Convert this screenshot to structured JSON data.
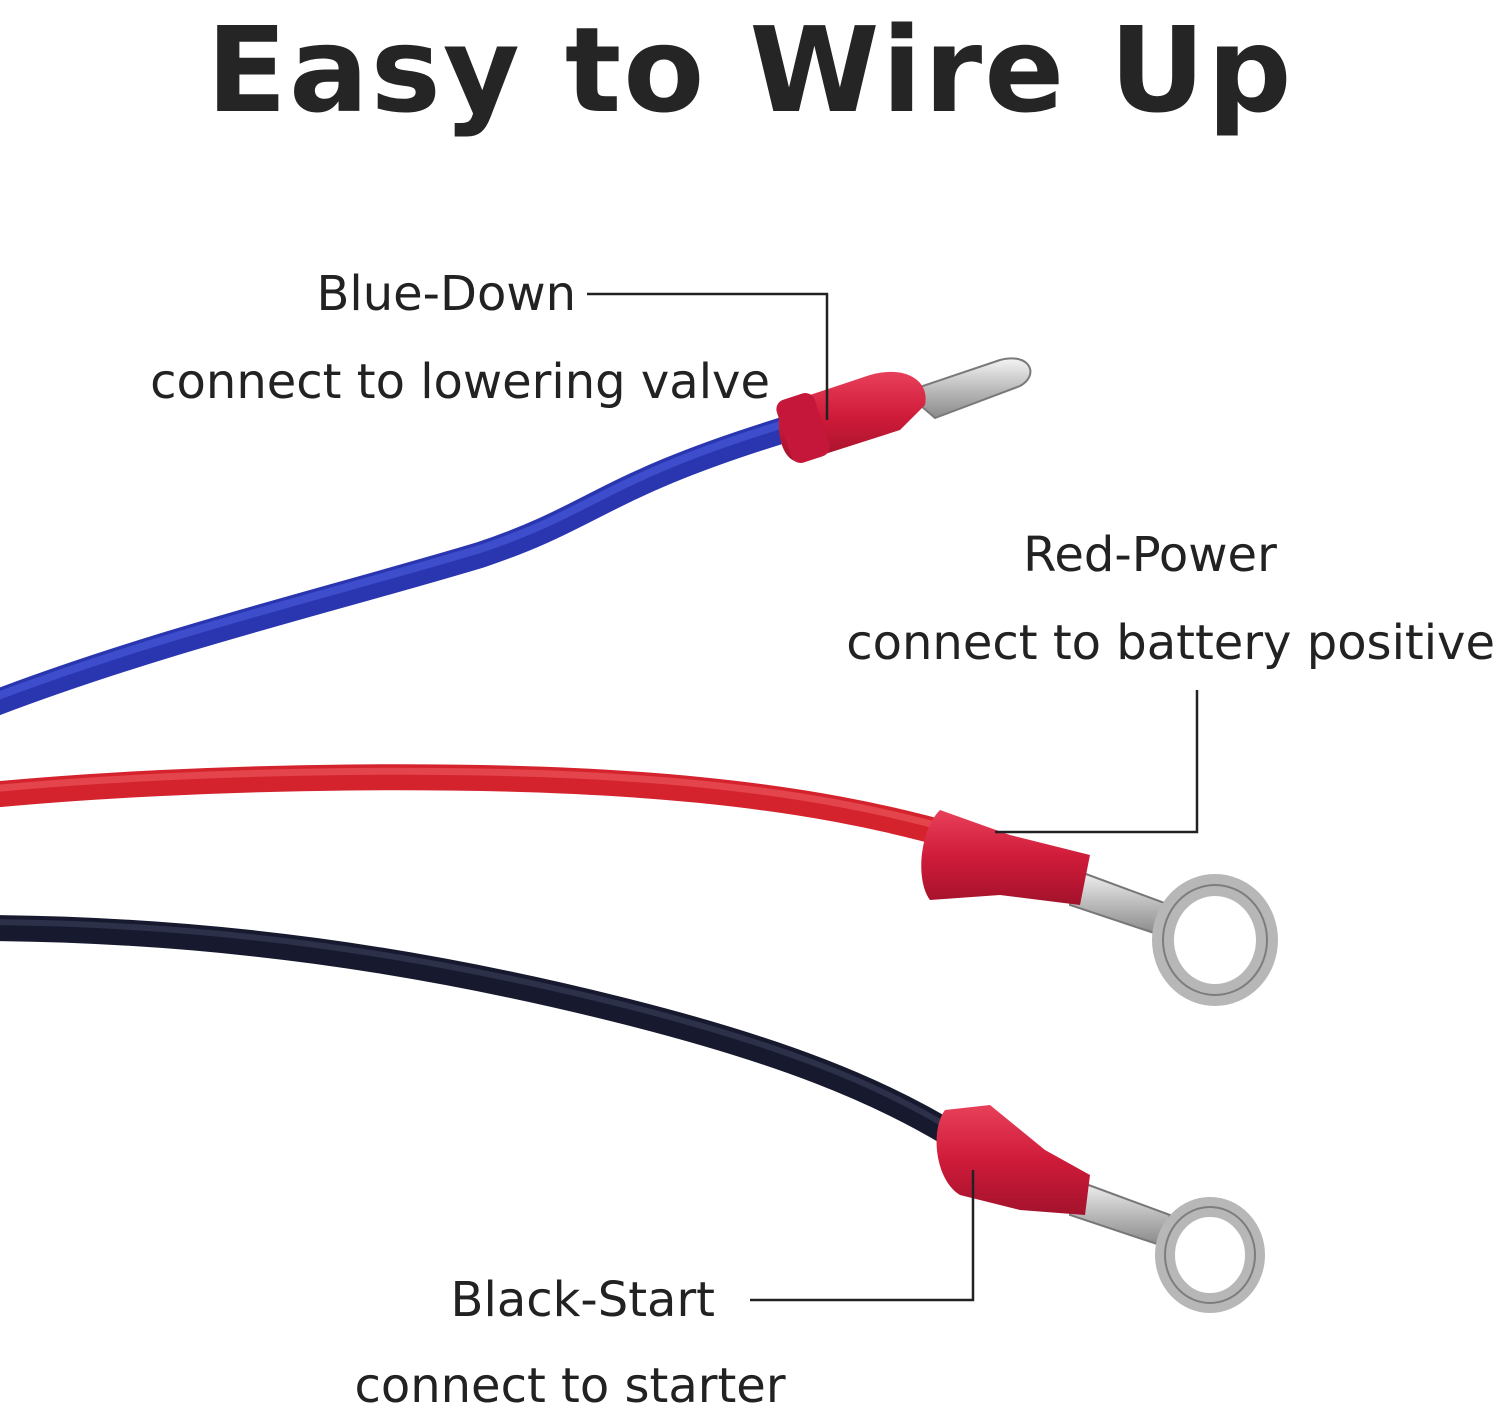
{
  "title": "Easy to Wire Up",
  "wires": [
    {
      "name": "Blue-Down",
      "description": "connect to lowering valve",
      "color": "#2f3fc4",
      "terminal": "bullet"
    },
    {
      "name": "Red-Power",
      "description": "connect to battery positive",
      "color": "#d9232e",
      "terminal": "ring"
    },
    {
      "name": "Black-Start",
      "description": "connect to starter",
      "color": "#17172a",
      "terminal": "ring"
    }
  ],
  "colors": {
    "background": "#ffffff",
    "text": "#222222",
    "crimp": "#d11e3c",
    "metal": "#c9c9c9"
  }
}
